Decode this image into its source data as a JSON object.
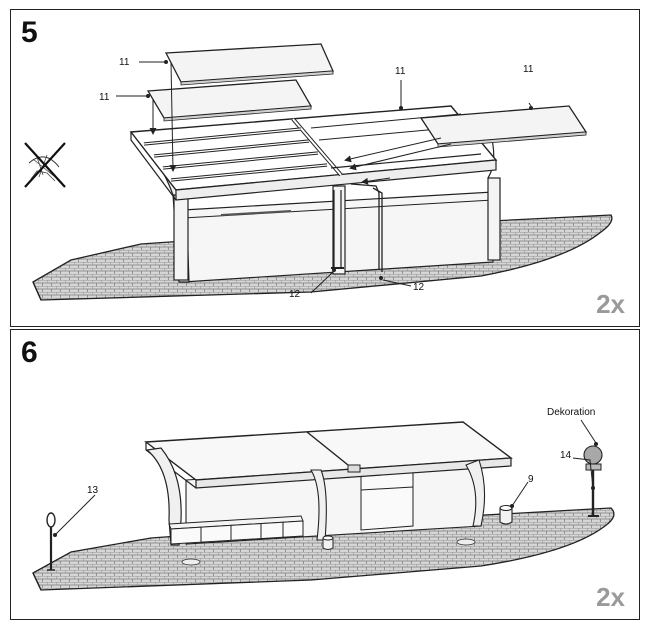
{
  "step5": {
    "number": "5",
    "quantity": "2x",
    "callouts": {
      "roof_panel_a": "11",
      "roof_panel_b": "11",
      "roof_panel_c": "11",
      "roof_panel_d": "11",
      "downpipe_left": "12",
      "downpipe_right": "12"
    }
  },
  "step6": {
    "number": "6",
    "quantity": "2x",
    "callouts": {
      "decoration": "Dekoration",
      "lamp": "14",
      "bin": "9",
      "sign": "13"
    }
  },
  "colors": {
    "line": "#222222",
    "paving": "#b8b8b8",
    "panel_fill": "#f4f4f4",
    "qty": "#9a9a9a"
  }
}
